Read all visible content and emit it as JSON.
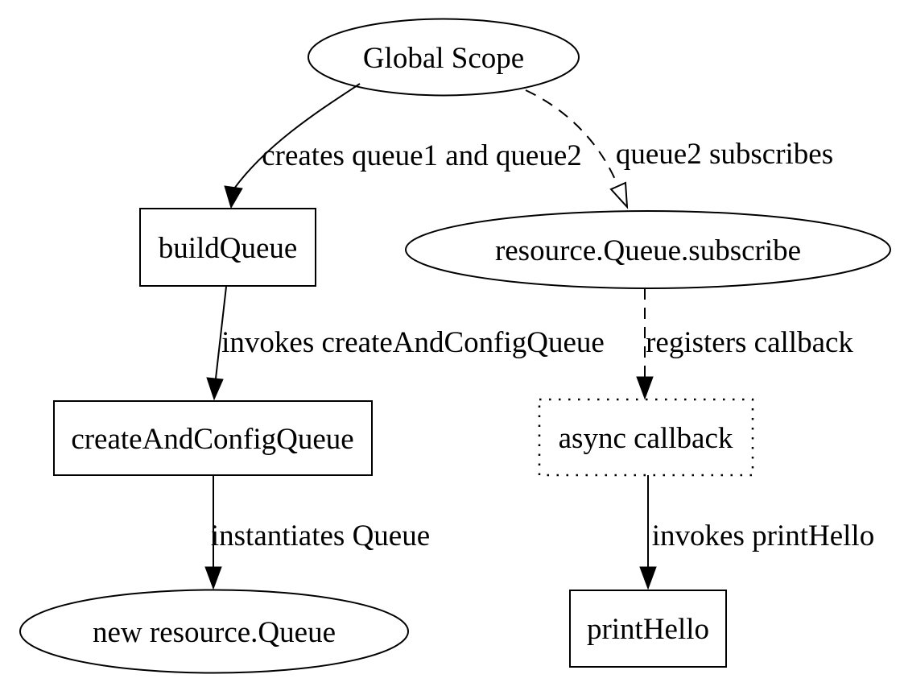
{
  "diagram": {
    "type": "flowchart",
    "colors": {
      "ink": "#000000",
      "background": "#ffffff"
    },
    "nodes": [
      {
        "id": "global-scope",
        "label": "Global Scope",
        "shape": "ellipse",
        "border": "solid"
      },
      {
        "id": "build-queue",
        "label": "buildQueue",
        "shape": "rect",
        "border": "solid"
      },
      {
        "id": "resource-queue-subscribe",
        "label": "resource.Queue.subscribe",
        "shape": "ellipse",
        "border": "solid"
      },
      {
        "id": "create-and-config-queue",
        "label": "createAndConfigQueue",
        "shape": "rect",
        "border": "solid"
      },
      {
        "id": "async-callback",
        "label": "async callback",
        "shape": "rect",
        "border": "dotted"
      },
      {
        "id": "new-resource-queue",
        "label": "new resource.Queue",
        "shape": "ellipse",
        "border": "solid"
      },
      {
        "id": "print-hello",
        "label": "printHello",
        "shape": "rect",
        "border": "solid"
      }
    ],
    "edges": [
      {
        "from": "global-scope",
        "to": "build-queue",
        "label": "creates queue1 and queue2",
        "line": "solid",
        "arrowhead": "filled"
      },
      {
        "from": "global-scope",
        "to": "resource-queue-subscribe",
        "label": "queue2 subscribes",
        "line": "dashed",
        "arrowhead": "open"
      },
      {
        "from": "build-queue",
        "to": "create-and-config-queue",
        "label": "invokes createAndConfigQueue",
        "line": "solid",
        "arrowhead": "filled"
      },
      {
        "from": "resource-queue-subscribe",
        "to": "async-callback",
        "label": "registers callback",
        "line": "dashed",
        "arrowhead": "filled"
      },
      {
        "from": "create-and-config-queue",
        "to": "new-resource-queue",
        "label": "instantiates Queue",
        "line": "solid",
        "arrowhead": "filled"
      },
      {
        "from": "async-callback",
        "to": "print-hello",
        "label": "invokes printHello",
        "line": "solid",
        "arrowhead": "filled"
      }
    ]
  }
}
